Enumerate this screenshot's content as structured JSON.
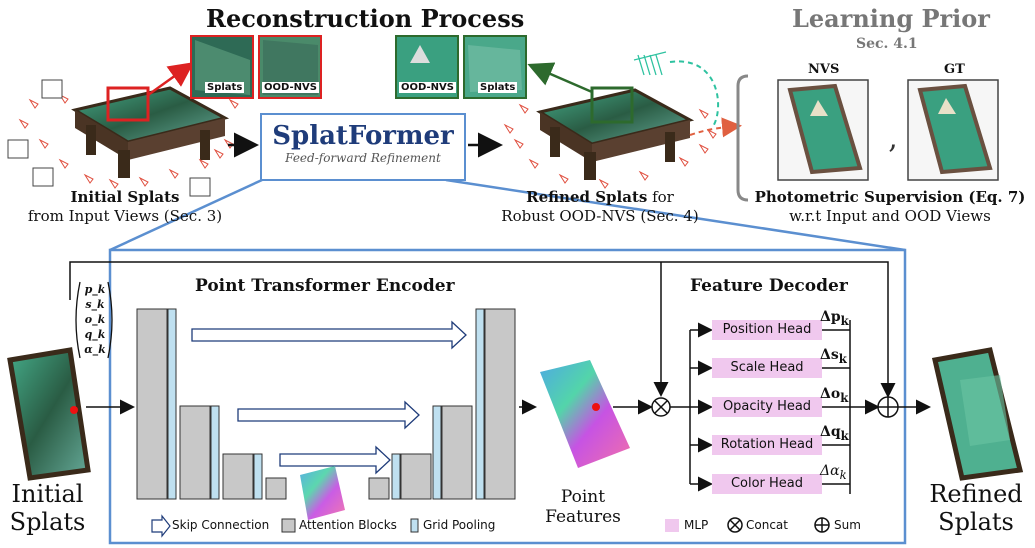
{
  "top": {
    "reconstruction_title": "Reconstruction Process",
    "learning_title": "Learning Prior",
    "learning_sub": "Sec. 4.1",
    "initial_caption_bold": "Initial Splats",
    "initial_caption_rest": "from Input Views (Sec. 3)",
    "splatformer_title": "SplatFormer",
    "splatformer_sub": "Feed-forward Refinement",
    "refined_caption_bold": "Refined Splats",
    "refined_caption_for": " for",
    "refined_caption_rest": "Robust OOD-NVS (Sec. 4)",
    "crop_splats_1": "Splats",
    "crop_oodnvs_1": "OOD-NVS",
    "crop_oodnvs_2": "OOD-NVS",
    "crop_splats_2": "Splats",
    "nvs_label": "NVS",
    "gt_label": "GT",
    "photometric_bold": "Photometric Supervision (Eq. 7)",
    "photometric_rest": "w.r.t Input and OOD Views"
  },
  "bottom": {
    "encoder_title": "Point Transformer Encoder",
    "decoder_title": "Feature Decoder",
    "params": [
      "p_k",
      "s_k",
      "o_k",
      "q_k",
      "α_k"
    ],
    "initial_splats": [
      "Initial",
      "Splats"
    ],
    "point_features": [
      "Point",
      "Features"
    ],
    "refined_splats": [
      "Refined",
      "Splats"
    ],
    "heads": [
      "Position Head",
      "Scale Head",
      "Opacity Head",
      "Rotation Head",
      "Color Head"
    ],
    "deltas": [
      "Δp",
      "Δs",
      "Δo",
      "Δq",
      "Δα"
    ],
    "delta_subs": [
      "k",
      "k",
      "k",
      "k",
      "k"
    ],
    "legend_skip": "Skip Connection",
    "legend_attn": "Attention Blocks",
    "legend_pool": "Grid Pooling",
    "legend_mlp": "MLP",
    "legend_concat": "Concat",
    "legend_sum": "Sum"
  },
  "colors": {
    "blue_frame": "#5b8fd0",
    "navy": "#1f3c7a",
    "attention_gray": "#c8c8c8",
    "pooling_blue": "#bfe0f0",
    "mlp_pink": "#f0c8ee",
    "red_crop": "#d22",
    "green_crop": "#2d6a2d",
    "teal_arrow": "#2ec2a0"
  }
}
